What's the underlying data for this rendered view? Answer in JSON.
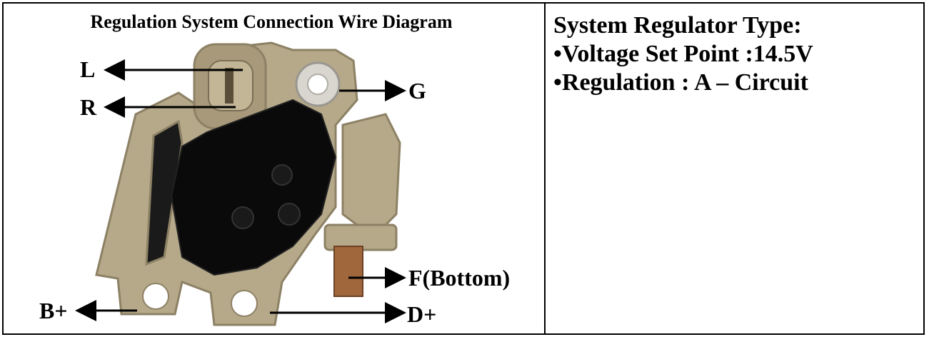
{
  "diagram": {
    "title": "Regulation System Connection Wire Diagram",
    "labels": {
      "L": "L",
      "R": "R",
      "G": "G",
      "F": "F(Bottom)",
      "Bplus": "B+",
      "Dplus": "D+"
    }
  },
  "spec": {
    "heading": "System Regulator Type:",
    "items": [
      "•Voltage Set Point :14.5V",
      "•Regulation : A – Circuit"
    ]
  },
  "colors": {
    "housing": "#b5a98a",
    "housing_dark": "#8d8165",
    "epoxy": "#0a0a0a",
    "washer": "#d9d6cf",
    "brush": "#a0673c"
  }
}
